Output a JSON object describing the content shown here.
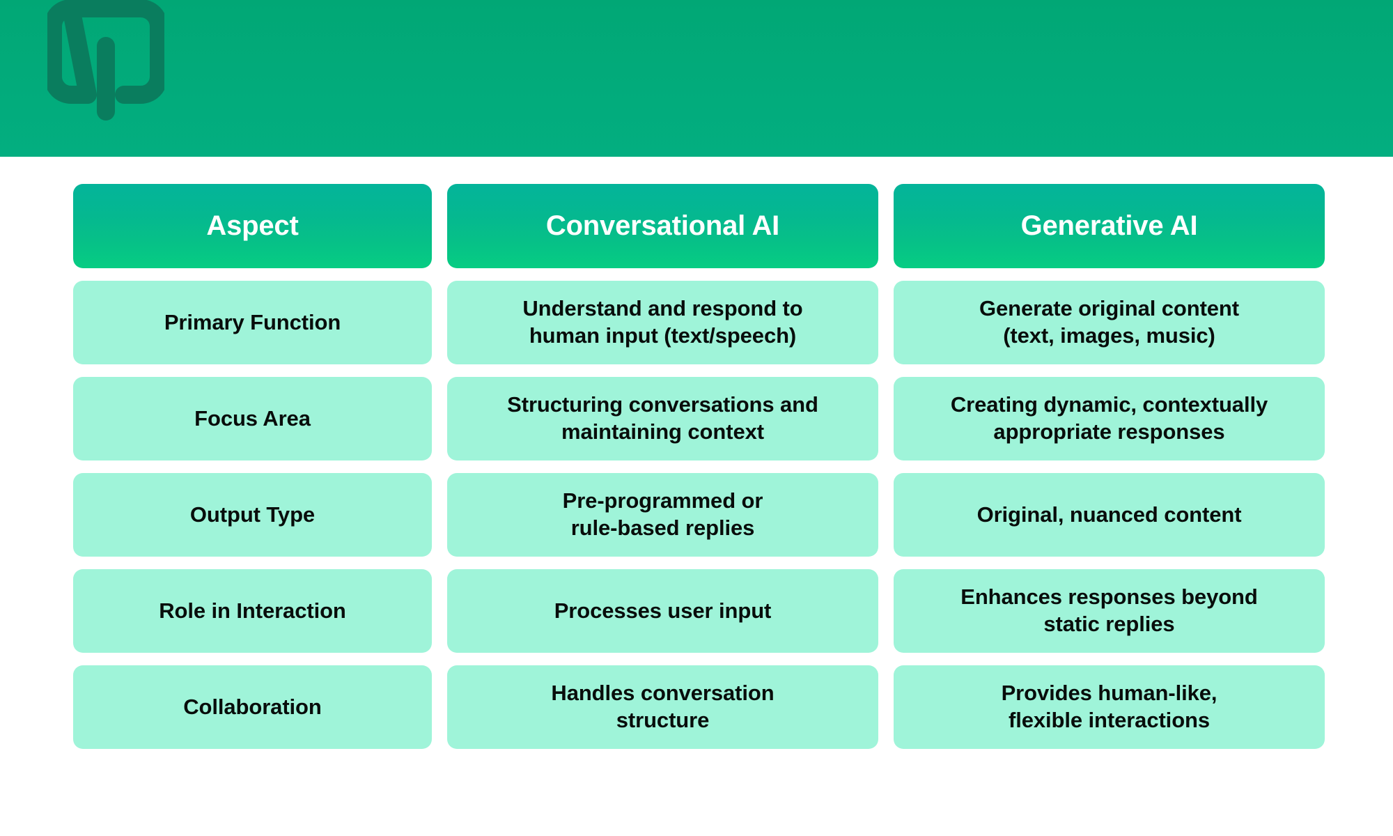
{
  "brand": {
    "band_color": "#02ab7b",
    "logo_color": "#0a7d5e",
    "logo_name": "q-mark-logo"
  },
  "table": {
    "headers": [
      {
        "label": "Aspect"
      },
      {
        "label": "Conversational AI"
      },
      {
        "label": "Generative AI"
      }
    ],
    "rows": [
      {
        "aspect": "Primary Function",
        "conversational": "Understand and respond to\nhuman input (text/speech)",
        "generative": "Generate original content\n(text, images, music)"
      },
      {
        "aspect": "Focus Area",
        "conversational": "Structuring conversations and\nmaintaining context",
        "generative": "Creating dynamic, contextually\nappropriate responses"
      },
      {
        "aspect": "Output Type",
        "conversational": "Pre-programmed or\nrule-based replies",
        "generative": "Original, nuanced content"
      },
      {
        "aspect": "Role in Interaction",
        "conversational": "Processes user input",
        "generative": "Enhances responses beyond\nstatic replies"
      },
      {
        "aspect": "Collaboration",
        "conversational": "Handles conversation\nstructure",
        "generative": "Provides human-like,\nflexible interactions"
      }
    ]
  },
  "colors": {
    "header_pill_top": "#03b49a",
    "header_pill_bottom": "#07cd83",
    "body_pill": "#9ff4d9",
    "body_text": "#080d0b",
    "header_text": "#ffffff",
    "page_background": "#ffffff"
  }
}
